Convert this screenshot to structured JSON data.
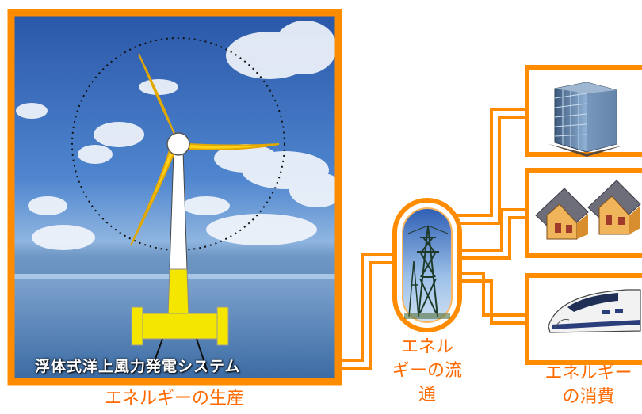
{
  "colors": {
    "accent": "#ff8c00",
    "label": "#ff6a00",
    "sky": "#3f6fb8",
    "blade": "#ffd21a",
    "float": "#f5e600"
  },
  "production": {
    "system_name": "浮体式洋上風力発電システム",
    "caption": "エネルギーの生産"
  },
  "distribution": {
    "caption_line1": "エネル",
    "caption_line2": "ギーの流",
    "caption_line3": "通"
  },
  "consumption": {
    "caption_line1": "エネルギー",
    "caption_line2": "の消費",
    "consumers": [
      {
        "icon": "office-building-icon"
      },
      {
        "icon": "houses-icon"
      },
      {
        "icon": "bullet-train-icon"
      }
    ]
  },
  "icons": [
    "wind-turbine-icon",
    "transmission-tower-icon",
    "office-building-icon",
    "houses-icon",
    "bullet-train-icon"
  ]
}
